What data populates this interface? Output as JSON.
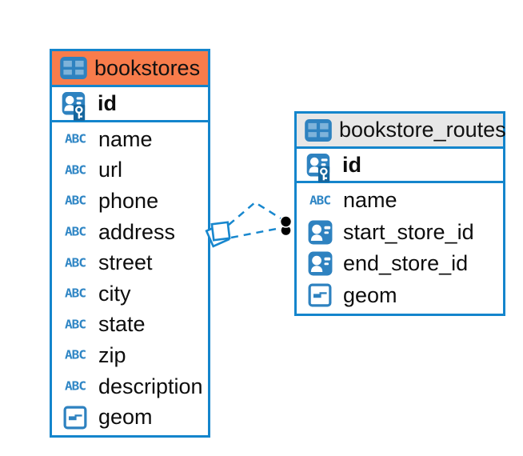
{
  "diagram": {
    "accent_blue": "#1485cc",
    "line_blue": "#1787ce",
    "icon_blue": "#2e82c0",
    "abc_icon_label": "ABC",
    "tables": [
      {
        "title": "bookstores",
        "header_color": "#F87C4B",
        "columns": [
          {
            "name": "id",
            "type": "primary-key"
          },
          {
            "name": "name",
            "type": "text"
          },
          {
            "name": "url",
            "type": "text"
          },
          {
            "name": "phone",
            "type": "text"
          },
          {
            "name": "address",
            "type": "text"
          },
          {
            "name": "street",
            "type": "text"
          },
          {
            "name": "city",
            "type": "text"
          },
          {
            "name": "state",
            "type": "text"
          },
          {
            "name": "zip",
            "type": "text"
          },
          {
            "name": "description",
            "type": "text"
          },
          {
            "name": "geom",
            "type": "geometry"
          }
        ]
      },
      {
        "title": "bookstore_routes",
        "header_color": "#E7E7E7",
        "columns": [
          {
            "name": "id",
            "type": "primary-key"
          },
          {
            "name": "name",
            "type": "text"
          },
          {
            "name": "start_store_id",
            "type": "foreign-key"
          },
          {
            "name": "end_store_id",
            "type": "foreign-key"
          },
          {
            "name": "geom",
            "type": "geometry"
          }
        ]
      }
    ],
    "relationships": [
      {
        "between": "bookstores — bookstore_routes",
        "style": "dashed",
        "source_marker": "diamond",
        "target_marker": "dot"
      },
      {
        "between": "bookstores — bookstore_routes",
        "style": "dashed",
        "source_marker": "diamond",
        "target_marker": "dot"
      }
    ]
  }
}
